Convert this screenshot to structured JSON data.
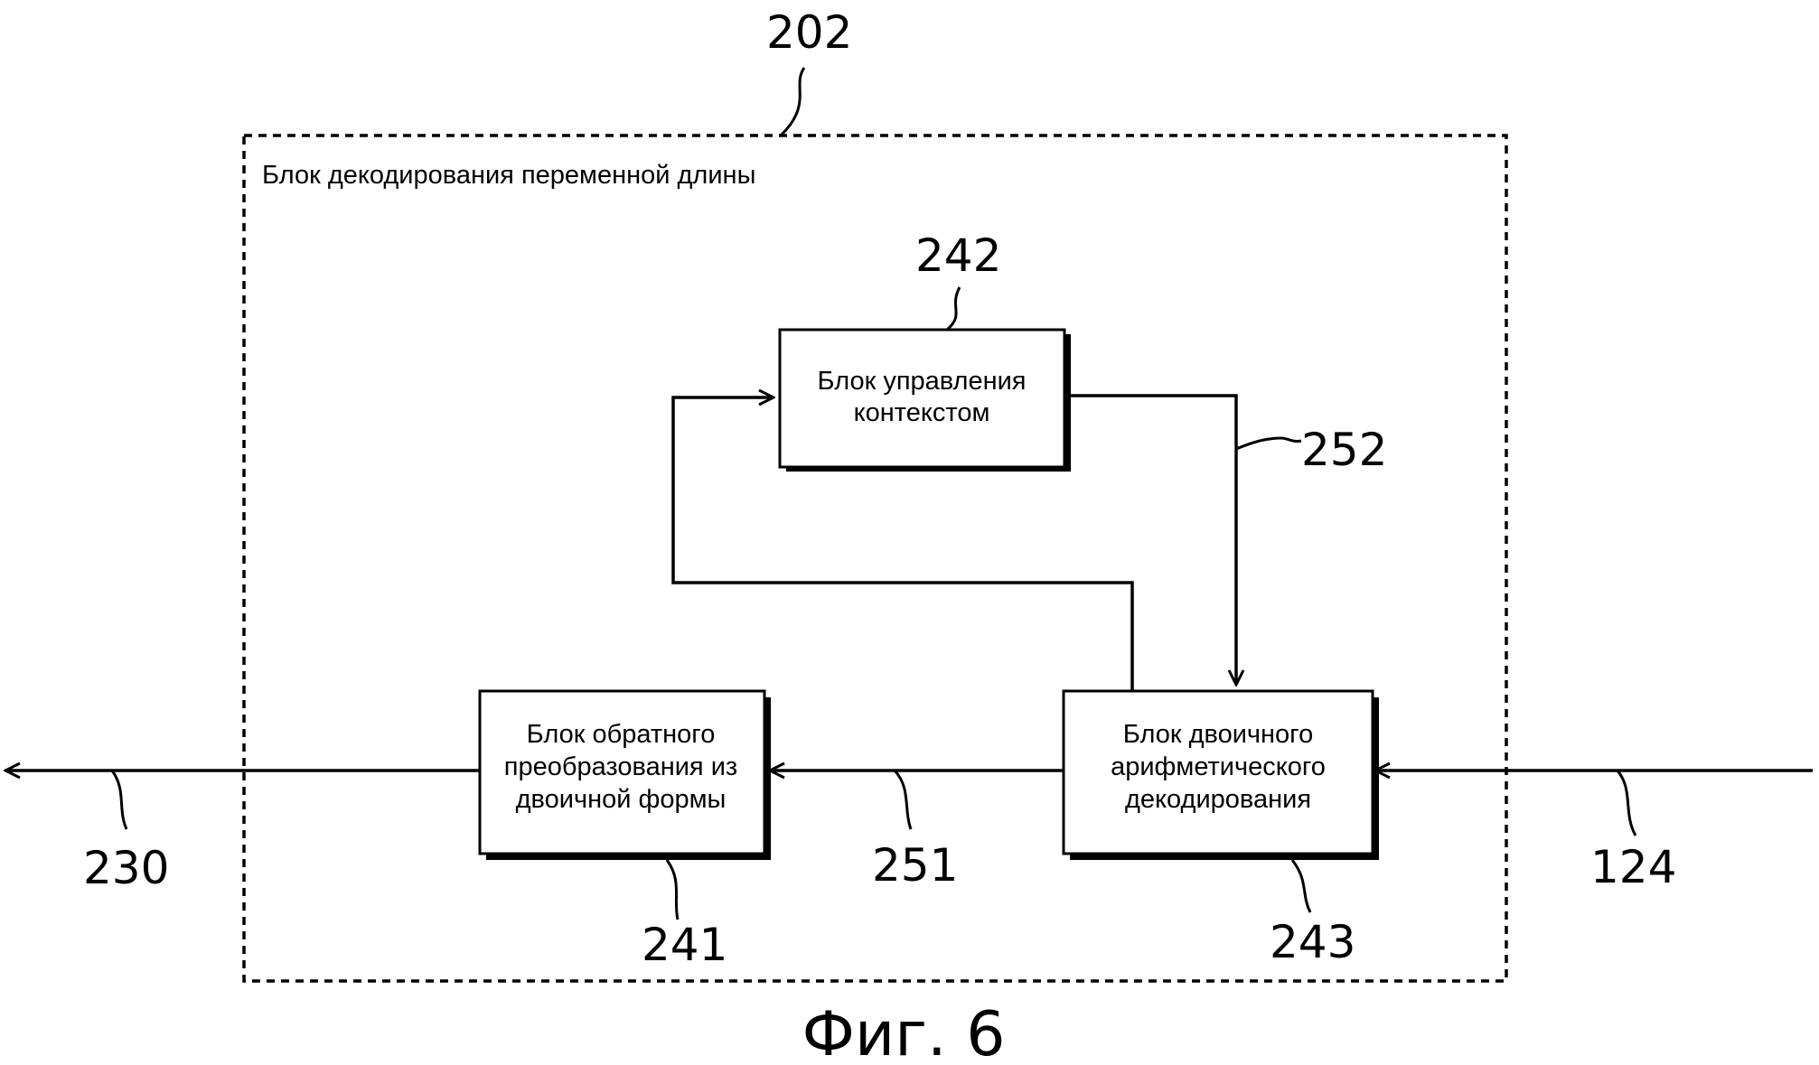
{
  "outer_block": {
    "ref": "202",
    "title": "Блок декодирования переменной длины"
  },
  "blocks": {
    "context_control": {
      "ref": "242",
      "line1": "Блок управления",
      "line2": "контекстом"
    },
    "binary_arithmetic_decoding": {
      "ref": "243",
      "line1": "Блок двоичного",
      "line2": "арифметического",
      "line3": "декодирования"
    },
    "inverse_binarization": {
      "ref": "241",
      "line1": "Блок обратного",
      "line2": "преобразования из",
      "line3": "двоичной формы"
    }
  },
  "signals": {
    "output": "230",
    "input": "124",
    "decoded_bins": "251",
    "context_signal": "252"
  },
  "caption": "Фиг. 6"
}
